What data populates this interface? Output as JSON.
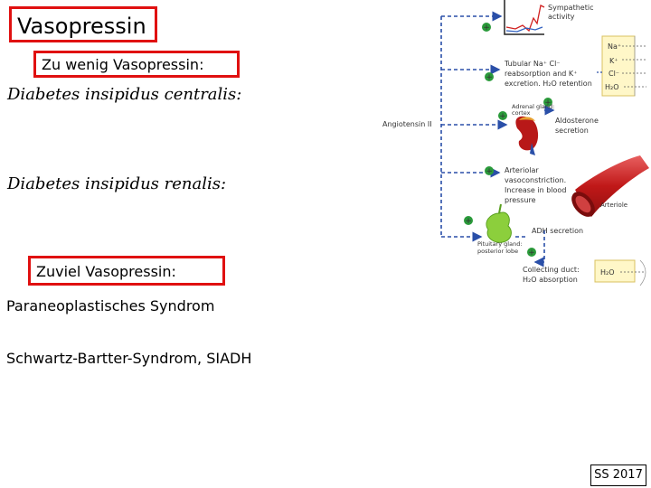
{
  "title": "Vasopressin",
  "subtitle": "Zu wenig Vasopressin:",
  "item_central": "Diabetes insipidus centralis:",
  "item_renal": "Diabetes insipidus renalis:",
  "excess_heading": "Zuviel Vasopressin:",
  "excess_item1": "Paraneoplastisches Syndrom",
  "excess_item2": "Schwartz-Bartter-Syndrom, SIADH",
  "footer_term": "SS 2017",
  "diagram": {
    "sympathetic_line1": "Sympathetic",
    "sympathetic_line2": "activity",
    "tubular_line1": "Tubular Na⁺ Cl⁻",
    "tubular_line2": "reabsorption and K⁺",
    "tubular_line3": "excretion. H₂O retention",
    "ions": [
      "Na⁺",
      "K⁺",
      "Cl⁻",
      "H₂O"
    ],
    "angiotensin": "Angiotensin II",
    "adrenal_line1": "Adrenal gland:",
    "adrenal_line2": "cortex",
    "aldosterone_line1": "Aldosterone",
    "aldosterone_line2": "secretion",
    "arteriolar_line1": "Arteriolar",
    "arteriolar_line2": "vasoconstriction.",
    "arteriolar_line3": "Increase in blood",
    "arteriolar_line4": "pressure",
    "arteriole": "Arteriole",
    "adh": "ADH secretion",
    "pituitary_line1": "Pituitary gland:",
    "pituitary_line2": "posterior lobe",
    "collecting_line1": "Collecting duct:",
    "collecting_line2": "H₂O absorption",
    "h2o_box": "H₂O",
    "plus_sign": "+"
  },
  "colors": {
    "highlight_border": "#e01010",
    "arrow_blue": "#2a4fa8",
    "plus_green": "#2a9a3a"
  }
}
